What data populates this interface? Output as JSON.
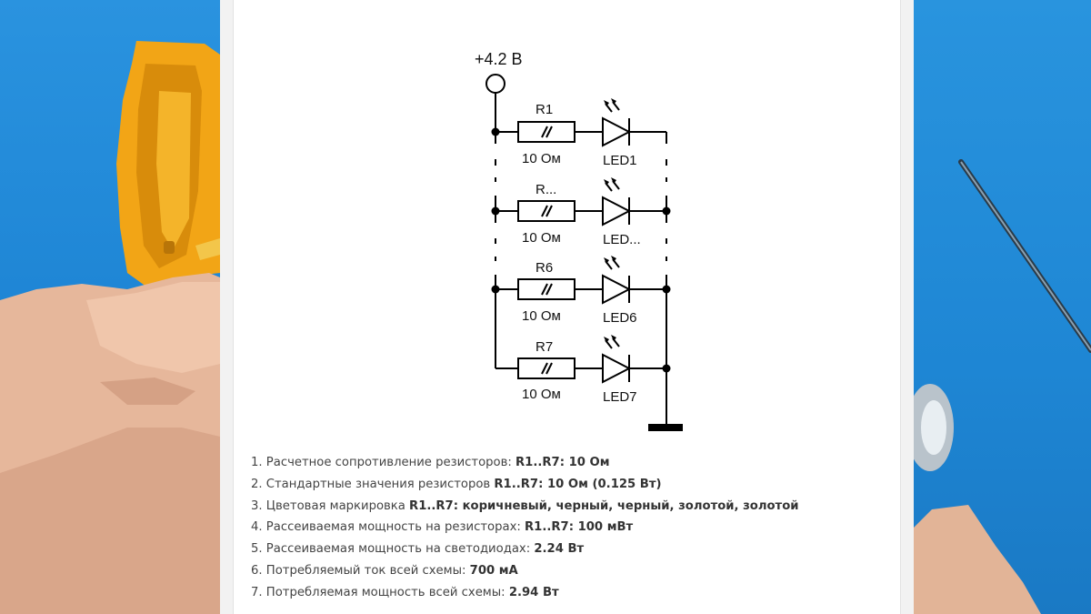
{
  "schematic": {
    "supply_label": "+4.2 В",
    "rows": [
      {
        "resistor": "R1",
        "value": "10 Ом",
        "led": "LED1"
      },
      {
        "resistor": "R...",
        "value": "10 Ом",
        "led": "LED..."
      },
      {
        "resistor": "R6",
        "value": "10 Ом",
        "led": "LED6"
      },
      {
        "resistor": "R7",
        "value": "10 Ом",
        "led": "LED7"
      }
    ]
  },
  "notes": [
    {
      "num": "1.",
      "text": "Расчетное сопротивление резисторов: ",
      "value": "R1..R7: 10 Ом"
    },
    {
      "num": "2.",
      "text": "Стандартные значения резисторов ",
      "value": "R1..R7: 10 Ом (0.125 Вт)"
    },
    {
      "num": "3.",
      "text": "Цветовая маркировка ",
      "value": "R1..R7: коричневый, черный, черный, золотой, золотой"
    },
    {
      "num": "4.",
      "text": "Рассеиваемая мощность на резисторах: ",
      "value": "R1..R7: 100 мВт"
    },
    {
      "num": "5.",
      "text": "Рассеиваемая мощность на светодиодах: ",
      "value": "2.24 Вт"
    },
    {
      "num": "6.",
      "text": "Потребляемый ток всей схемы: ",
      "value": "700 мА"
    },
    {
      "num": "7.",
      "text": "Потребляемая мощность всей схемы: ",
      "value": "2.94 Вт"
    }
  ]
}
